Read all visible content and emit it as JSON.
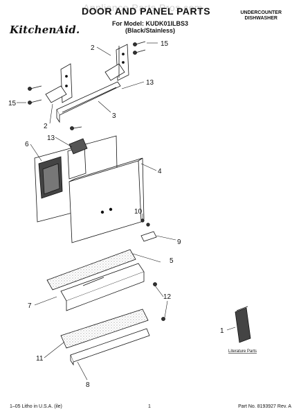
{
  "header": {
    "brand": "KitchenAid.",
    "title": "DOOR AND PANEL PARTS",
    "model_line": "For Model: KUDK01ILBS3",
    "model_variant": "(Black/Stainless)",
    "section_line1": "UNDERCOUNTER",
    "section_line2": "DISHWASHER",
    "watermark": "Appliance Parts Pros.com"
  },
  "callouts": {
    "c1": "1",
    "c2a": "2",
    "c2b": "2",
    "c3": "3",
    "c4": "4",
    "c5": "5",
    "c6": "6",
    "c7": "7",
    "c8": "8",
    "c9": "9",
    "c10": "10",
    "c11": "11",
    "c12": "12",
    "c13a": "13",
    "c13b": "13",
    "c15a": "15",
    "c15b": "15"
  },
  "literature_label": "Literature Parts",
  "footer": {
    "left": "1–05 Litho in U.S.A. (ile)",
    "center": "1",
    "right": "Part No. 8193927 Rev. A"
  },
  "colors": {
    "ink": "#111111",
    "part_fill": "#ffffff",
    "dark_fill": "#333333",
    "speckle": "#9a9a9a"
  }
}
